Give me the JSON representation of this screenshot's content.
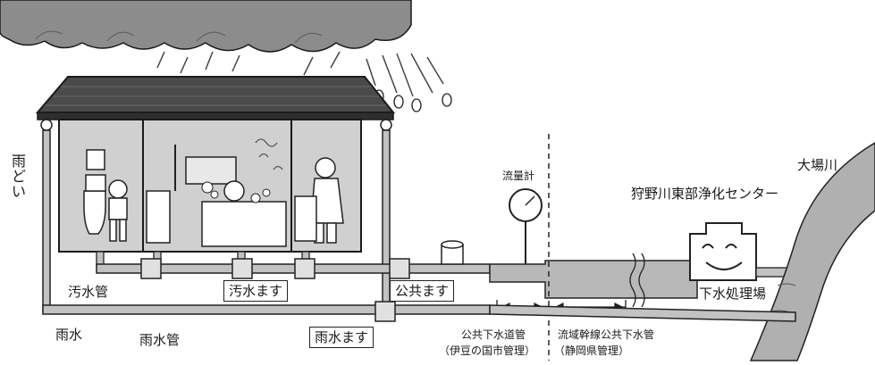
{
  "labels": {
    "rain_gutter": "雨どい",
    "sewage_pipe": "汚水管",
    "sewage_basin": "汚水ます",
    "public_basin": "公共ます",
    "rainwater": "雨水",
    "rainwater_pipe": "雨水管",
    "rainwater_basin": "雨水ます",
    "flow_meter": "流量計",
    "treatment_center": "狩野川東部浄化センター",
    "treatment_plant": "下水処理場",
    "river": "大場川",
    "public_sewer": "公共下水道管",
    "public_sewer_admin": "（伊豆の国市管理）",
    "regional_sewer": "流域幹線公共下水管",
    "regional_sewer_admin": "（静岡県管理）"
  },
  "colors": {
    "cloud": "#8c8c8c",
    "roof": "#4a4a4a",
    "house_interior": "#d0d0d0",
    "pipe": "#c2c2c2",
    "river": "#b0b0b0",
    "outline": "#1a1a1a"
  }
}
